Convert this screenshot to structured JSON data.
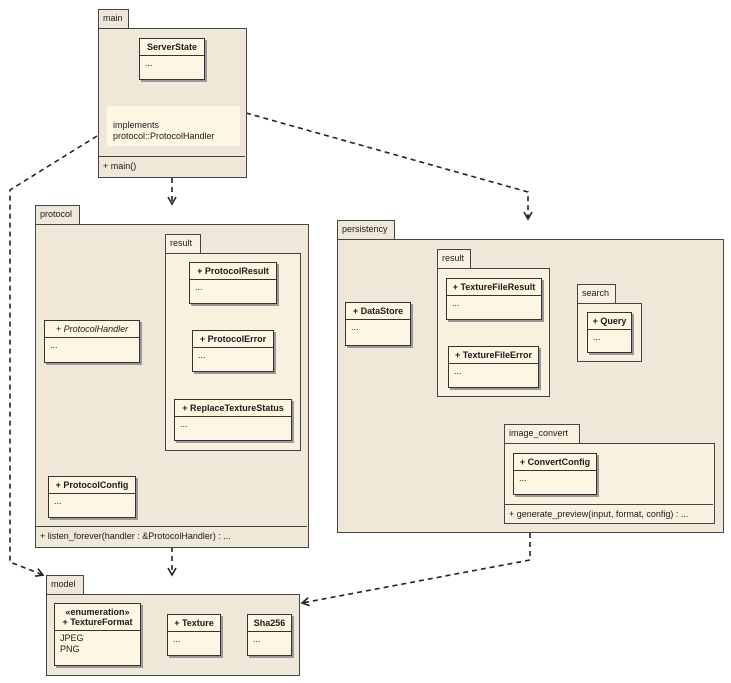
{
  "packages": {
    "main": {
      "tab": "main",
      "server_state": {
        "name": "ServerState",
        "body": "..."
      },
      "note_lines": [
        "implements",
        "protocol::ProtocolHandler"
      ],
      "operation": "+ main()"
    },
    "protocol": {
      "tab": "protocol",
      "result": {
        "tab": "result",
        "protocol_result": {
          "name": "+ ProtocolResult",
          "body": "..."
        },
        "protocol_error": {
          "name": "+ ProtocolError",
          "body": "..."
        },
        "replace_texture_status": {
          "name": "+ ReplaceTextureStatus",
          "body": "..."
        }
      },
      "protocol_handler": {
        "name": "+ ProtocolHandler",
        "body": "..."
      },
      "protocol_config": {
        "name": "+ ProtocolConfig",
        "body": "..."
      },
      "operation": "+ listen_forever(handler : &ProtocolHandler) : ..."
    },
    "persistency": {
      "tab": "persistency",
      "data_store": {
        "name": "+ DataStore",
        "body": "..."
      },
      "result": {
        "tab": "result",
        "texture_file_result": {
          "name": "+ TextureFileResult",
          "body": "..."
        },
        "texture_file_error": {
          "name": "+ TextureFileError",
          "body": "..."
        }
      },
      "search": {
        "tab": "search",
        "query": {
          "name": "+ Query",
          "body": "..."
        }
      },
      "image_convert": {
        "tab": "image_convert",
        "convert_config": {
          "name": "+ ConvertConfig",
          "body": "..."
        },
        "operation": "+ generate_preview(input, format, config) : ..."
      }
    },
    "model": {
      "tab": "model",
      "texture_format": {
        "stereotype": "«enumeration»",
        "name": "+ TextureFormat",
        "values": [
          "JPEG",
          "PNG"
        ]
      },
      "texture": {
        "name": "+ Texture",
        "body": "..."
      },
      "sha256": {
        "name": "Sha256",
        "body": "..."
      }
    }
  },
  "colors": {
    "package_fill": "#efe8d8",
    "class_fill": "#fdf6e3",
    "line": "#333333"
  }
}
